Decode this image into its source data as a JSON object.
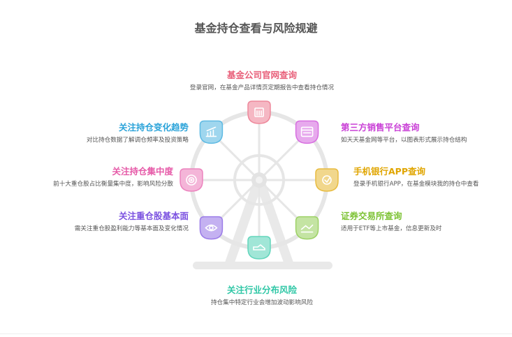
{
  "title": "基金持仓查看与风险规避",
  "colors": {
    "top": "#e8607a",
    "right1": "#c93fd6",
    "right2": "#e0a500",
    "right3": "#7cc233",
    "bottom": "#2fc7a6",
    "left3": "#7b52e0",
    "left2": "#e65aa8",
    "left1": "#2aa3d9"
  },
  "blocks": {
    "top": {
      "heading": "基金公司官网查询",
      "desc": "登录官网，在基金产品详情页定期报告中查看持仓情况"
    },
    "right1": {
      "heading": "第三方销售平台查询",
      "desc": "如天天基金网等平台，以图表形式展示持仓结构"
    },
    "right2": {
      "heading": "手机银行APP查询",
      "desc": "登录手机银行APP，在基金模块我的持仓中查看"
    },
    "right3": {
      "heading": "证券交易所查询",
      "desc": "适用于ETF等上市基金，信息更新及时"
    },
    "bottom": {
      "heading": "关注行业分布风险",
      "desc": "持仓集中特定行业会增加波动影响风险"
    },
    "left3": {
      "heading": "关注重仓股基本面",
      "desc": "需关注重仓股盈利能力等基本面及变化情况"
    },
    "left2": {
      "heading": "关注持仓集中度",
      "desc": "前十大重仓股占比衡量集中度，影响风险分散"
    },
    "left1": {
      "heading": "关注持仓变化趋势",
      "desc": "对比持仓数据了解调仓频率及投资策略"
    }
  },
  "icons": {
    "top": "bank-building-icon",
    "right1": "browser-window-icon",
    "right2": "mobile-phone-icon",
    "right3": "exchange-handshake-icon",
    "bottom": "industry-shoe-icon",
    "left3": "eye-focus-icon",
    "left2": "target-concentration-icon",
    "left1": "trend-chart-icon"
  }
}
